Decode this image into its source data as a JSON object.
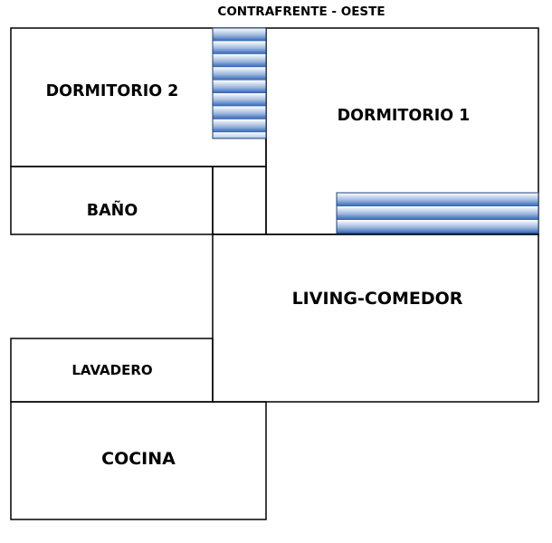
{
  "header": {
    "orientation_label": "CONTRAFRENTE - OESTE"
  },
  "rooms": {
    "dormitorio_2": "DORMITORIO 2",
    "dormitorio_1": "DORMITORIO 1",
    "bano": "BAÑO",
    "living_comedor": "LIVING-COMEDOR",
    "lavadero": "LAVADERO",
    "cocina": "COCINA"
  },
  "colors": {
    "wall_line": "#000000",
    "closet_light": "#ffffff",
    "closet_dark": "#2f63b3"
  }
}
